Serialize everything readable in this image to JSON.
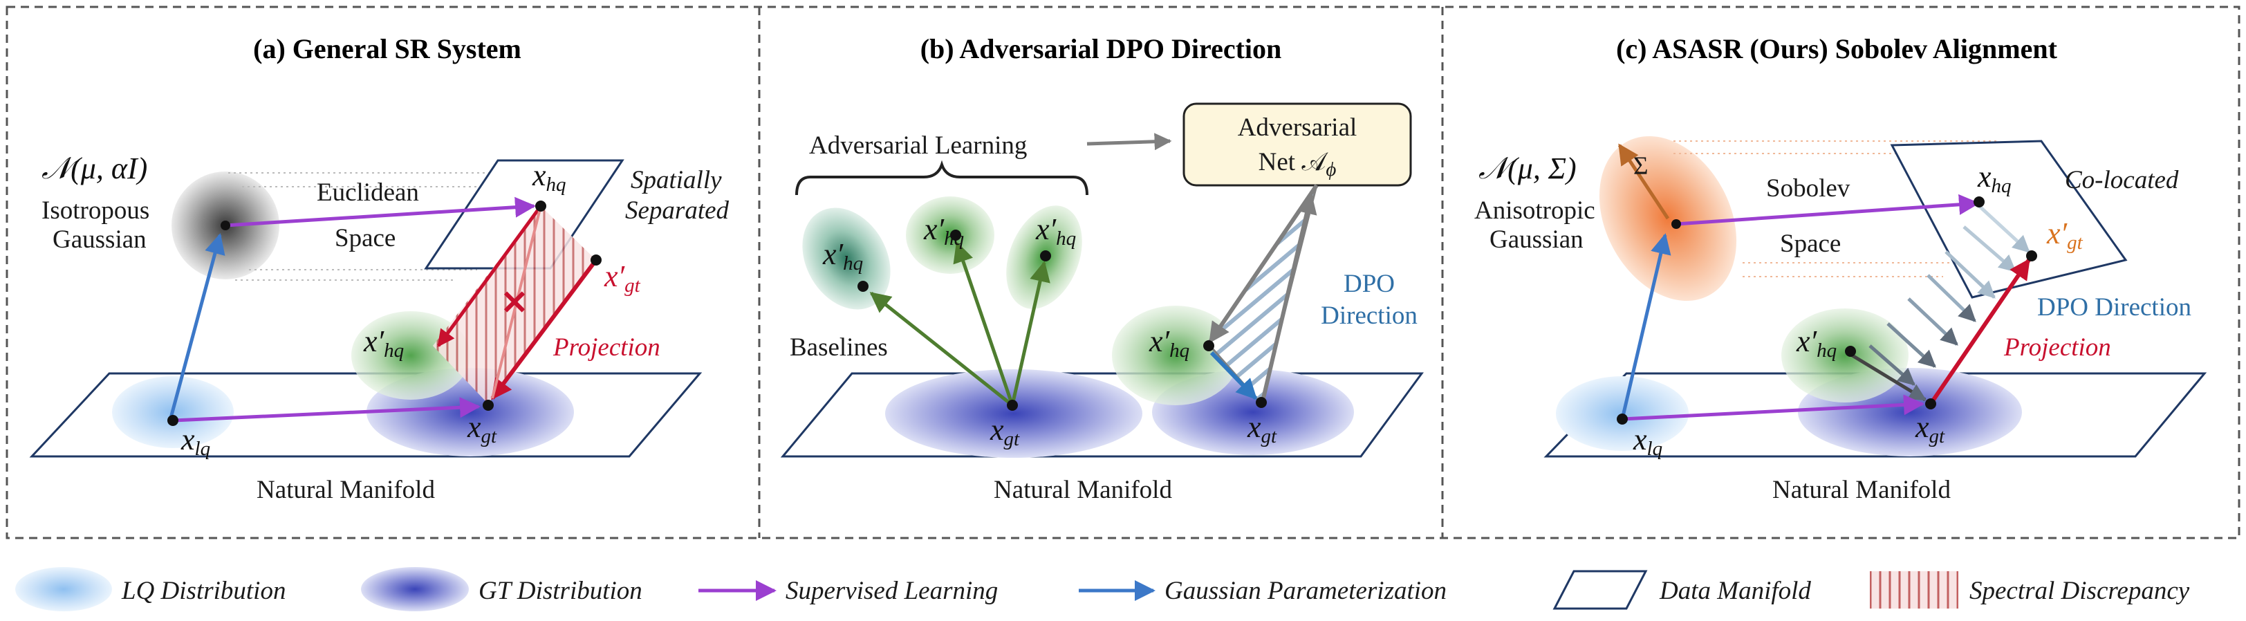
{
  "panels": {
    "a": {
      "title": "(a) General SR System",
      "dist_label": "𝒩(μ, αI)",
      "dist_name_1": "Isotropous",
      "dist_name_2": "Gaussian",
      "space_1": "Euclidean",
      "space_2": "Space",
      "note_1": "Spatially",
      "note_2": "Separated",
      "projection": "Projection",
      "manifold": "Natural Manifold",
      "x_hq": "x",
      "x_hq_sub": "hq",
      "x_hq_p": "x′",
      "x_hq_p_sub": "hq",
      "x_gt_p": "x′",
      "x_gt_p_sub": "gt",
      "x_gt": "x",
      "x_gt_sub": "gt",
      "x_lq": "x",
      "x_lq_sub": "lq",
      "cross": "✕"
    },
    "b": {
      "title": "(b) Adversarial DPO Direction",
      "adv_learning": "Adversarial Learning",
      "adv_net_1": "Adversarial",
      "adv_net_2": "Net 𝒜",
      "adv_net_sub": "ϕ",
      "dpo_1": "DPO",
      "dpo_2": "Direction",
      "baselines": "Baselines",
      "manifold": "Natural Manifold",
      "x_hq_p": "x′",
      "x_hq_p_sub": "hq",
      "x_gt": "x",
      "x_gt_sub": "gt"
    },
    "c": {
      "title": "(c) ASASR (Ours) Sobolev Alignment",
      "dist_label": "𝒩(μ, Σ)",
      "sigma": "Σ",
      "dist_name_1": "Anisotropic",
      "dist_name_2": "Gaussian",
      "space_1": "Sobolev",
      "space_2": "Space",
      "note": "Co-located",
      "dpo": "DPO Direction",
      "projection": "Projection",
      "manifold": "Natural Manifold",
      "x_hq": "x",
      "x_hq_sub": "hq",
      "x_gt_p": "x′",
      "x_gt_p_sub": "gt",
      "x_hq_p": "x′",
      "x_hq_p_sub": "hq",
      "x_gt": "x",
      "x_gt_sub": "gt",
      "x_lq": "x",
      "x_lq_sub": "lq"
    }
  },
  "legend": {
    "lq": "LQ Distribution",
    "gt": "GT Distribution",
    "supervised": "Supervised Learning",
    "gaussian": "Gaussian Parameterization",
    "manifold": "Data Manifold",
    "spectral": "Spectral Discrepancy"
  },
  "colors": {
    "supervised": "#9b3fd0",
    "gaussian": "#3c78c8",
    "projection": "#c8102e",
    "dpo": "#2f6fa6",
    "baseline_arrow": "#4e7d2f",
    "adv_arrow": "#7f7f7f"
  }
}
